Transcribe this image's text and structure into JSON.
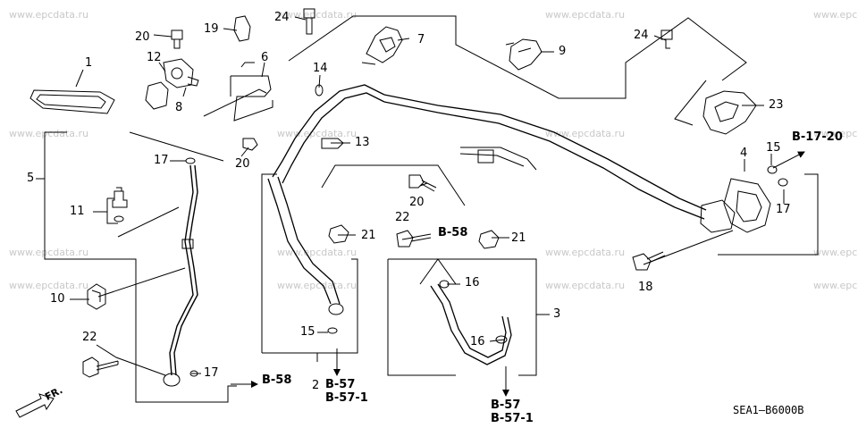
{
  "watermark": "www.epcdata.ru",
  "diagram_code": "SEA1—B6000B",
  "front_marker": "FR.",
  "callouts": {
    "c1": "1",
    "c2": "2",
    "c3": "3",
    "c4": "4",
    "c5": "5",
    "c6": "6",
    "c7": "7",
    "c8": "8",
    "c9": "9",
    "c10": "10",
    "c11": "11",
    "c12": "12",
    "c13": "13",
    "c14": "14",
    "c15a": "15",
    "c15b": "15",
    "c16a": "16",
    "c16b": "16",
    "c17a": "17",
    "c17b": "17",
    "c17c": "17",
    "c18": "18",
    "c19": "19",
    "c20a": "20",
    "c20b": "20",
    "c20c": "20",
    "c21a": "21",
    "c21b": "21",
    "c22a": "22",
    "c22b": "22",
    "c23": "23",
    "c24a": "24",
    "c24b": "24"
  },
  "refs": {
    "b58_left": "B-58",
    "b58_mid": "B-58",
    "b57_left": "B-57",
    "b571_left": "B-57-1",
    "b57_bottom": "B-57",
    "b571_bottom": "B-57-1",
    "b1720": "B-17-20"
  },
  "colors": {
    "ink": "#000000",
    "watermark": "#c8c8c8",
    "background": "#ffffff"
  }
}
